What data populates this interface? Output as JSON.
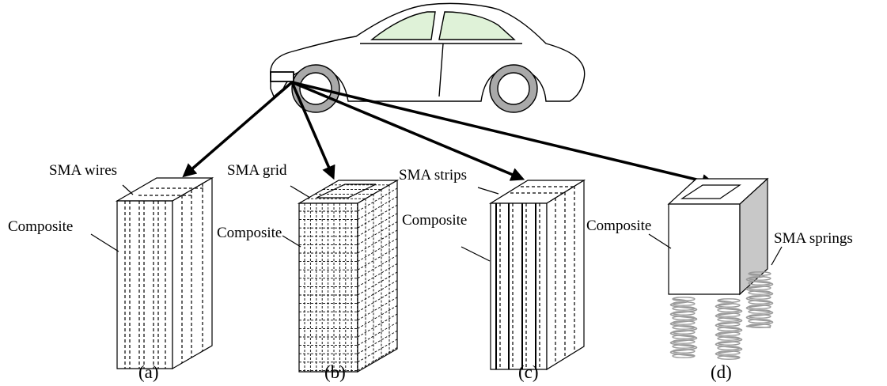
{
  "labels": {
    "a_sma": "SMA wires",
    "a_comp": "Composite",
    "b_sma": "SMA grid",
    "b_comp": "Composite",
    "c_sma": "SMA strips",
    "c_comp": "Composite",
    "d_comp": "Composite",
    "d_sma": "SMA springs"
  },
  "captions": {
    "a": "(a)",
    "b": "(b)",
    "c": "(c)",
    "d": "(d)"
  },
  "colors": {
    "window_fill": "#dff2d8",
    "tire_fill": "#a9a9a9",
    "side_shade": "#c8c8c8",
    "spring": "#9a9a9a"
  }
}
